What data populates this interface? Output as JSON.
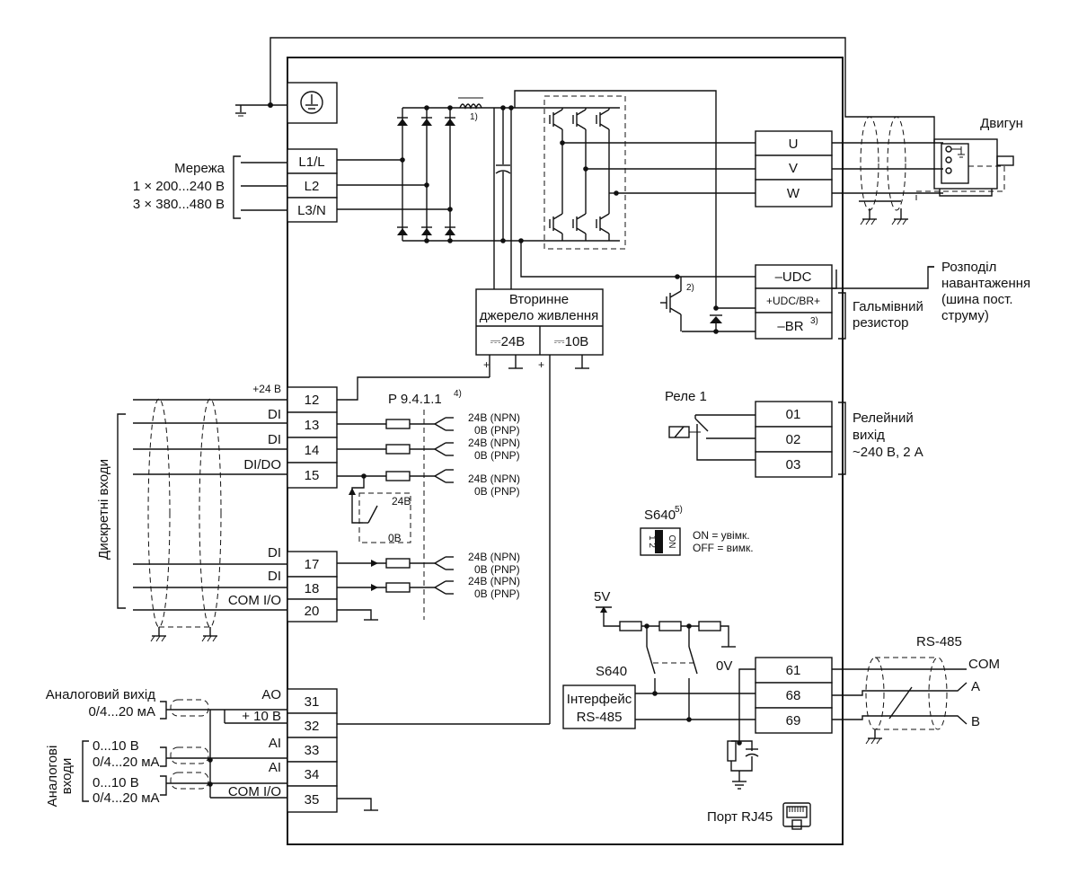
{
  "labels": {
    "motor": "Двигун",
    "mains_title": "Мережа",
    "mains_1": "1 × 200...240 В",
    "mains_3": "3 × 380...480 В",
    "choke_note": "1)",
    "secondary_supply_1": "Вторинне",
    "secondary_supply_2": "джерело живлення",
    "supply_24": "⎓24В",
    "supply_10": "⎓10В",
    "plus": "+",
    "brake_chopper_note": "2)",
    "br_note": "3)",
    "load_share_1": "Розподіл",
    "load_share_2": "навантаження",
    "load_share_3": "(шина пост.",
    "load_share_4": "струму)",
    "brake_res_1": "Гальмівний",
    "brake_res_2": "резистор",
    "relay": "Реле 1",
    "relay_out_1": "Релейний",
    "relay_out_2": "вихід",
    "relay_out_3": "~240 В, 2 А",
    "param": "P 9.4.1.1",
    "param_note": "4)",
    "npn": "24В (NPN)",
    "pnp": "0В (PNP)",
    "sw_24": "24В",
    "sw_0": "0В",
    "s640": "S640",
    "s640_note": "5)",
    "s640_on": "ON = увімк.",
    "s640_off": "OFF = вимк.",
    "dip_on": "ON",
    "dip_12": "1 2",
    "digital_inputs": "Дискретні входи",
    "v5": "5V",
    "v0": "0V",
    "s640_sw": "S640",
    "rs485_title": "RS-485",
    "rs485_if_1": "Інтерфейс",
    "rs485_if_2": "RS-485",
    "com": "COM",
    "a": "A",
    "b": "B",
    "ao_1": "Аналоговий вихід",
    "ao_2": "0/4...20 мА",
    "ai_vertical_1": "Аналогові",
    "ai_vertical_2": "входи",
    "ai_v": "0...10 В",
    "ai_ma": "0/4...20 мА",
    "rj45": "Порт RJ45"
  },
  "terminals": {
    "L1": "L1/L",
    "L2": "L2",
    "L3": "L3/N",
    "U": "U",
    "V": "V",
    "W": "W",
    "UDCm": "–UDC",
    "UDCp": "+UDC/BR+",
    "BRm": "–BR",
    "t12": "12",
    "t13": "13",
    "t14": "14",
    "t15": "15",
    "t17": "17",
    "t18": "18",
    "t20": "20",
    "t01": "01",
    "t02": "02",
    "t03": "03",
    "t61": "61",
    "t68": "68",
    "t69": "69",
    "t31": "31",
    "t32": "32",
    "t33": "33",
    "t34": "34",
    "t35": "35"
  },
  "wire_labels": {
    "p24": "+24 В",
    "di": "DI",
    "dido": "DI/DO",
    "comio": "COM I/O",
    "ao": "AO",
    "p10": "+ 10 В",
    "ai": "AI"
  }
}
